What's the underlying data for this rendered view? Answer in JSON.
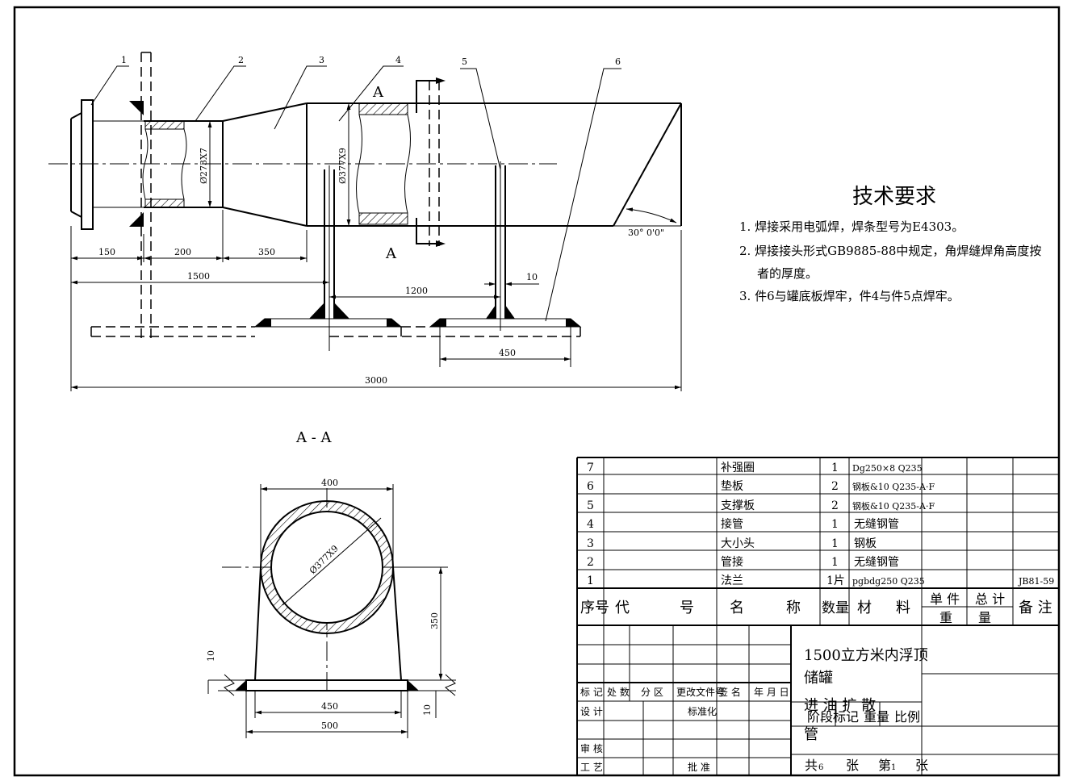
{
  "part_callouts": [
    "1",
    "2",
    "3",
    "4",
    "5",
    "6"
  ],
  "section_marks": {
    "top": "A",
    "bottom": "A"
  },
  "section_title": "A - A",
  "main_view_dims": {
    "d150": "150",
    "d200": "200",
    "d350": "350",
    "d1500": "1500",
    "d1200": "1200",
    "d10": "10",
    "d450": "450",
    "d3000": "3000",
    "pipe_dia_1": "Ø273X7",
    "pipe_dia_2": "Ø377X9",
    "angle": "30° 0'0\""
  },
  "section_view_dims": {
    "d400": "400",
    "dia": "Ø377X9",
    "d350": "350",
    "d10_left": "10",
    "d10_right": "10",
    "d450": "450",
    "d500": "500"
  },
  "tech_requirements": {
    "title": "技术要求",
    "items": [
      "1. 焊接采用电弧焊，焊条型号为E4303。",
      "2. 焊接接头形式GB9885-88中规定，角焊缝焊角高度按",
      "者的厚度。",
      "3. 件6与罐底板焊牢，件4与件5点焊牢。"
    ]
  },
  "bom": {
    "rows": [
      {
        "no": "7",
        "name": "补强圈",
        "qty": "1",
        "material": "Dg250×8  Q235",
        "note": ""
      },
      {
        "no": "6",
        "name": "垫板",
        "qty": "2",
        "material": "钢板&10  Q235-A·F",
        "note": ""
      },
      {
        "no": "5",
        "name": "支撑板",
        "qty": "2",
        "material": "钢板&10  Q235-A·F",
        "note": ""
      },
      {
        "no": "4",
        "name": "接管",
        "qty": "1",
        "material": "无缝钢管",
        "note": ""
      },
      {
        "no": "3",
        "name": "大小头",
        "qty": "1",
        "material": "钢板",
        "note": ""
      },
      {
        "no": "2",
        "name": "管接",
        "qty": "1",
        "material": "无缝钢管",
        "note": ""
      },
      {
        "no": "1",
        "name": "法兰",
        "qty": "1片",
        "material": "pgbdg250 Q235",
        "note": "JB81-59"
      }
    ],
    "header": {
      "no": "序号",
      "code_a": "代",
      "code_b": "号",
      "name_a": "名",
      "name_b": "称",
      "qty": "数量",
      "mat_a": "材",
      "mat_b": "料",
      "unit_a": "单 件",
      "unit_b": "重",
      "total_a": "总 计",
      "total_b": "量",
      "note": "备 注"
    }
  },
  "title_block": {
    "project": "1500立方米内浮顶",
    "project_2": "储罐",
    "drawing_name": "进 油 扩 散",
    "drawing_name_2": "管",
    "revision_labels": {
      "mark": "标 记",
      "count": "处 数",
      "zone": "分 区",
      "doc": "更改文件号",
      "sign": "签 名",
      "date": "年 月 日"
    },
    "design": "设 计",
    "standard": "标准化",
    "review": "审 核",
    "process": "工 艺",
    "approve": "批 准",
    "stage_labels": {
      "stage": "阶段标记",
      "weight": "重量",
      "scale": "比例"
    },
    "sheets": {
      "total_label": "共",
      "total": "6",
      "sheet_label": "张",
      "current_label": "第",
      "current": "1",
      "sheet_label2": "张"
    }
  }
}
